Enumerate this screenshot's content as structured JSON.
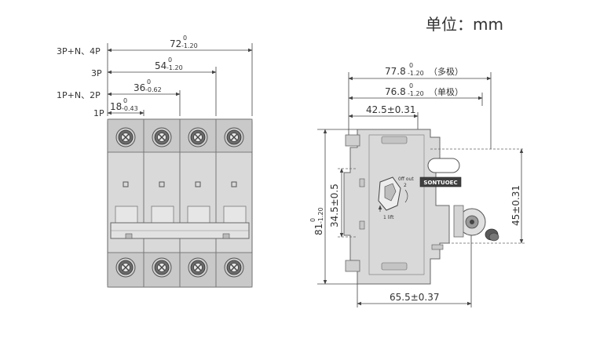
{
  "unit_label": "单位：mm",
  "front_view": {
    "pole_labels": [
      "3P+N、4P",
      "3P",
      "1P+N、2P",
      "1P"
    ],
    "widths": [
      {
        "main": "72",
        "upper": "0",
        "lower": "-1.20"
      },
      {
        "main": "54",
        "upper": "0",
        "lower": "-1.20"
      },
      {
        "main": "36",
        "upper": "0",
        "lower": "-0.62"
      },
      {
        "main": "18",
        "upper": "0",
        "lower": "-0.43"
      }
    ]
  },
  "side_view": {
    "depth_multi": {
      "main": "77.8",
      "upper": "0",
      "lower": "-1.20",
      "note": "（多极）"
    },
    "depth_single": {
      "main": "76.8",
      "upper": "0",
      "lower": "-1.20",
      "note": "（单极）"
    },
    "top_offset": "42.5±0.31",
    "height": {
      "main": "81",
      "upper": "0",
      "lower": "-1.20"
    },
    "rail_height": "34.5±0.5",
    "right_height": "45±0.31",
    "bottom_depth": "65.5±0.37",
    "brand": "SONTUOEC",
    "handle_text_top": "0ff out",
    "handle_text_2": "2",
    "handle_text_bottom": "1 lift"
  }
}
